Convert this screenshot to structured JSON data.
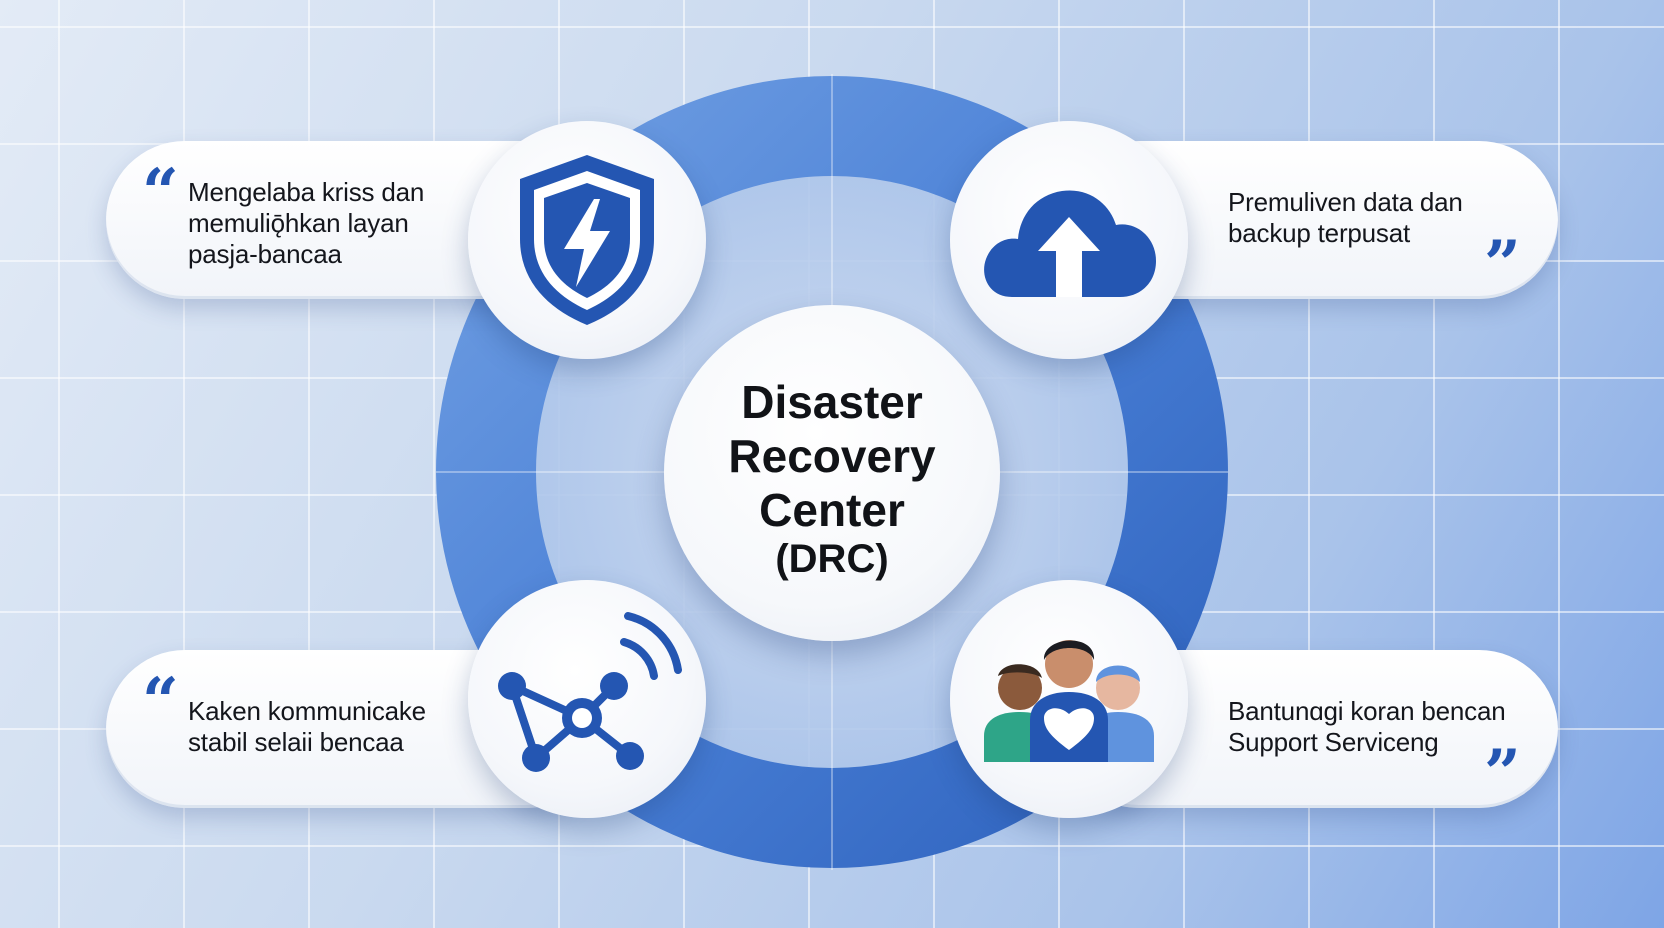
{
  "center": {
    "title": "Disaster\nRecovery\nCenter",
    "subtitle": "(DRC)"
  },
  "features": {
    "top_left": {
      "text": "Mengelaba kriss dan\nmemuliǭhkan layan\npasja-bancaa",
      "icon": "shield-lightning-icon"
    },
    "top_right": {
      "text": "Premuliven data dan\nbackup terpusat",
      "icon": "cloud-upload-icon"
    },
    "bottom_left": {
      "text": "Kaken kommunicake\nstabil selaii bencaa",
      "icon": "network-signal-icon"
    },
    "bottom_right": {
      "text": "Bantunɑgi koran bencan\nSupport Serviceng",
      "icon": "people-heart-icon"
    }
  },
  "quotes": {
    "open": "“",
    "close": "”"
  },
  "colors": {
    "ring": "#4f86d8",
    "ring_dark": "#2d5fb8",
    "icon_blue": "#2456b2",
    "green": "#2ea588",
    "skin_dark": "#8b5a3c",
    "skin_mid": "#c98e6c",
    "skin_light": "#e6b7a0",
    "light_blue": "#5f93de"
  }
}
